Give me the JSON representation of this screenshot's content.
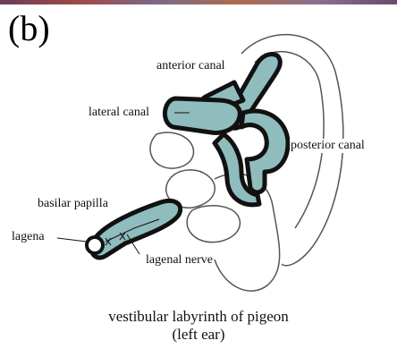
{
  "panel_label": "(b)",
  "labels": {
    "anterior_canal": "anterior canal",
    "lateral_canal": "lateral canal",
    "posterior_canal": "posterior canal",
    "basilar_papilla": "basilar papilla",
    "lagena": "lagena",
    "lagenal_nerve": "lagenal nerve"
  },
  "caption": {
    "line1": "vestibular labyrinth of pigeon",
    "line2": "(left ear)"
  },
  "colors": {
    "canal_fill": "#8fbdbd",
    "outline": "#111111",
    "line": "#555555"
  }
}
